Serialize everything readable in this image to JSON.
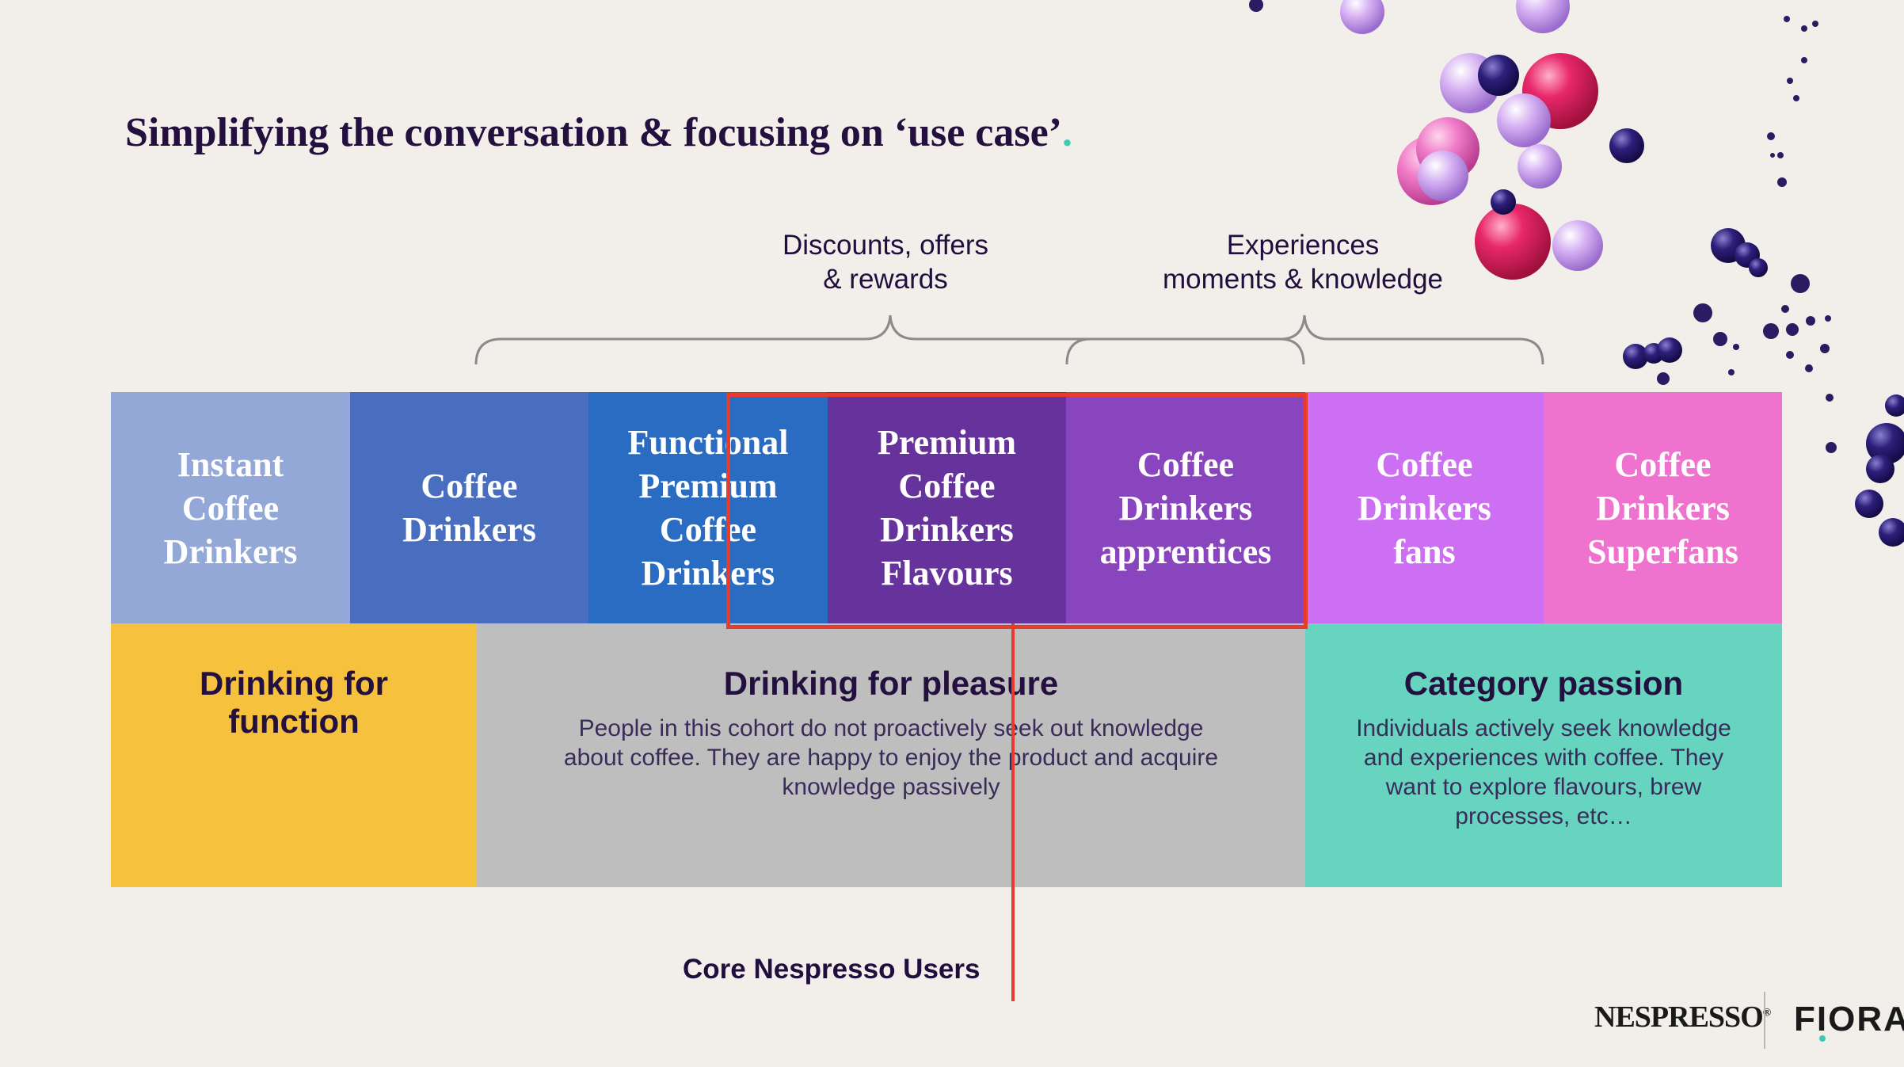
{
  "title": {
    "text": "Simplifying the conversation & focusing on ‘use case’",
    "dot": "."
  },
  "brace_labels": {
    "discounts": [
      "Discounts, offers",
      "& rewards"
    ],
    "experiences": [
      "Experiences",
      "moments & knowledge"
    ]
  },
  "segments": [
    {
      "lines": [
        "Instant",
        "Coffee",
        "Drinkers"
      ],
      "color": "#94a8d8"
    },
    {
      "lines": [
        "Coffee",
        "Drinkers"
      ],
      "color": "#4a6ebf"
    },
    {
      "lines": [
        "Functional",
        "Premium",
        "Coffee",
        "Drinkers"
      ],
      "color": "#2a6cc2"
    },
    {
      "lines": [
        "Premium",
        "Coffee",
        "Drinkers",
        "Flavours"
      ],
      "color": "#66339d"
    },
    {
      "lines": [
        "Coffee",
        "Drinkers",
        "apprentices"
      ],
      "color": "#8845be"
    },
    {
      "lines": [
        "Coffee",
        "Drinkers",
        "fans"
      ],
      "color": "#cc6ff3"
    },
    {
      "lines": [
        "Coffee",
        "Drinkers",
        "Superfans"
      ],
      "color": "#ef72cf"
    }
  ],
  "use_cases": {
    "function": {
      "title_lines": [
        "Drinking for",
        "function"
      ],
      "color": "#f6c23d"
    },
    "pleasure": {
      "title": "Drinking for pleasure",
      "desc_lines": [
        "People in this cohort do not proactively seek out knowledge",
        "about coffee. They are happy to enjoy the product and acquire",
        "knowledge passively"
      ],
      "color": "#bfbebe"
    },
    "passion": {
      "title": "Category passion",
      "desc_lines": [
        "Individuals actively seek knowledge",
        "and experiences with coffee. They",
        "want to explore flavours, brew",
        "processes, etc…"
      ],
      "color": "#66d4bf"
    }
  },
  "core": {
    "label": "Core Nespresso Users",
    "color": "#e53c2e"
  },
  "logos": {
    "nespresso": "NESPRESSO",
    "nespresso_mark": "®",
    "fiora_pre": "F",
    "fiora_i": "I",
    "fiora_post": "ORA"
  },
  "icons": [
    "decorative-bubbles-icon",
    "curly-brace-icon"
  ]
}
